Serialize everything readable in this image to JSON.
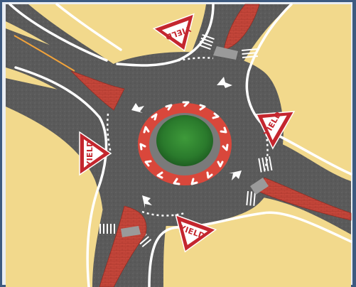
{
  "diagram": {
    "colors": {
      "background_border": "#3d5a80",
      "grass_land": "#f2d98c",
      "asphalt": "#5b5b5b",
      "lane_marking": "#ffffff",
      "splitter_island": "#c4463a",
      "central_ring": "#d9473b",
      "central_grass": "#2f7d32",
      "yield_sign_red": "#c4262e",
      "orange_centerline": "#f2a33a"
    },
    "signs": [
      {
        "label": "YIELD"
      },
      {
        "label": "YIELD"
      },
      {
        "label": "YIELD"
      },
      {
        "label": "YIELD"
      }
    ]
  }
}
